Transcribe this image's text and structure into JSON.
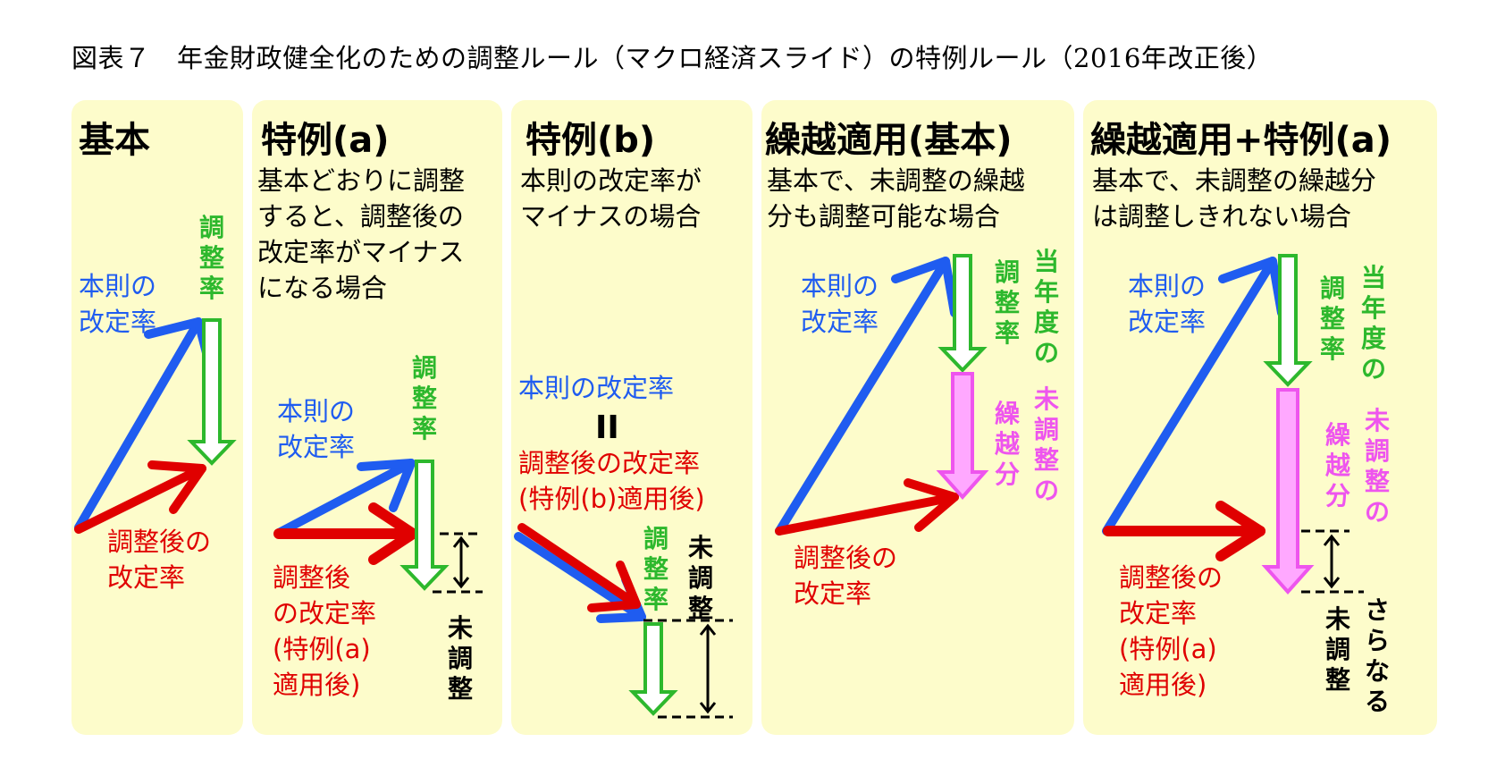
{
  "title": "図表７　年金財政健全化のための調整ルール（マクロ経済スライド）の特例ルール（2016年改正後）",
  "panels": [
    {
      "heading": "基本",
      "desc": "",
      "blue_label": "本則の\n改定率",
      "red_label": "調整後の\n改定率",
      "green_label": "調\n整\n率"
    },
    {
      "heading": "特例(a)",
      "desc": "基本どおりに調整\nすると、調整後の\n改定率がマイナス\nになる場合",
      "blue_label": "本則の\n改定率",
      "red_label": "調整後\nの改定率\n(特例(a)\n 適用後)",
      "green_label": "調\n整\n率",
      "black_label": "未\n調\n整"
    },
    {
      "heading": "特例(b)",
      "desc": "本則の改定率が\nマイナスの場合",
      "blue_label": "本則の改定率",
      "equals": "II",
      "red_label": "調整後の改定率\n(特例(b)適用後)",
      "green_label": "調\n整\n率",
      "black_label": "未\n調\n整"
    },
    {
      "heading": "繰越適用(基本)",
      "desc": "基本で、未調整の繰越\n分も調整可能な場合",
      "blue_label": "本則の\n改定率",
      "red_label": "調整後の\n改定率",
      "green_label": "調\n整\n率",
      "green_label_2": "当\n年\n度\nの",
      "pink_label": "繰\n越\n分",
      "pink_label_2": "未\n調\n整\nの"
    },
    {
      "heading": "繰越適用+特例(a)",
      "desc": "基本で、未調整の繰越分\nは調整しきれない場合",
      "blue_label": "本則の\n改定率",
      "red_label": "調整後の\n改定率\n(特例(a)\n 適用後)",
      "green_label": "調\n整\n率",
      "green_label_2": "当\n年\n度\nの",
      "pink_label": "繰\n越\n分",
      "pink_label_2": "未\n調\n整\nの",
      "black_label": "未\n調\n整",
      "black_label_2": "さ\nら\nな\nる"
    }
  ],
  "colors": {
    "panel_bg": "#fdfccb",
    "blue": "#1f5cf0",
    "red": "#e00000",
    "green": "#2db82d",
    "pink": "#ee55ee",
    "pink_fill": "#ffa8ff"
  }
}
